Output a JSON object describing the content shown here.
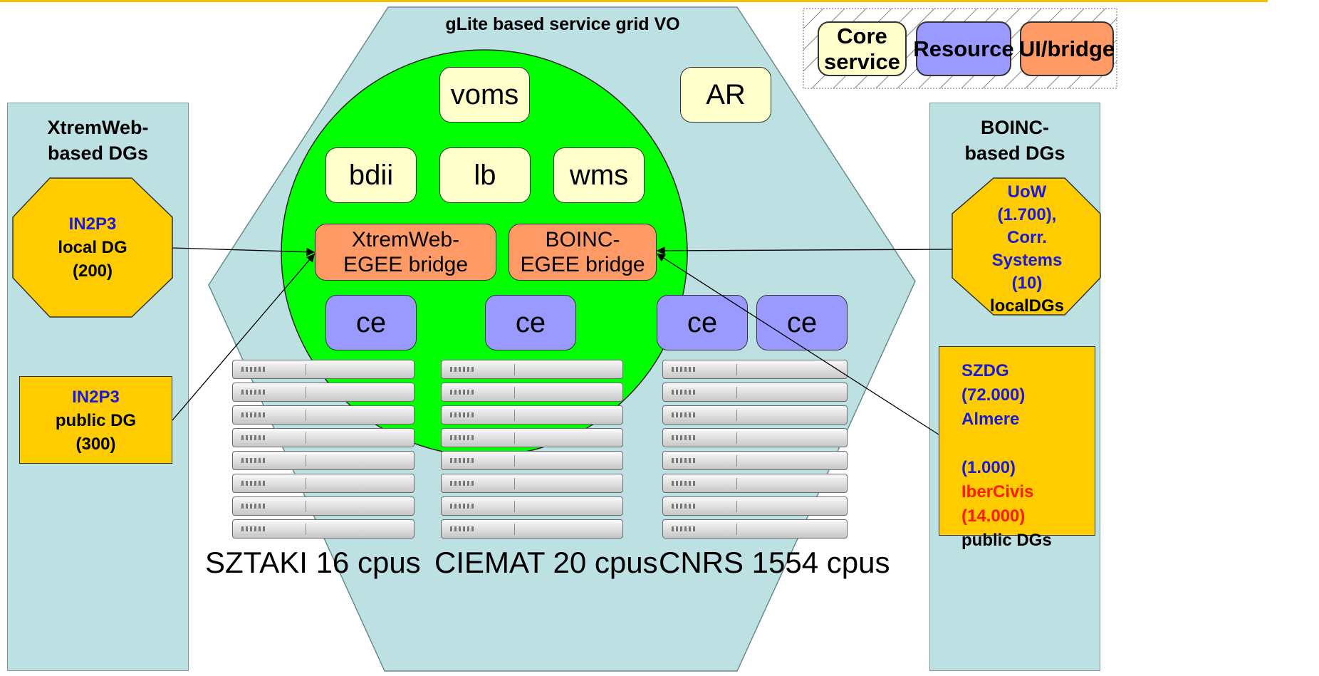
{
  "vo_title": "gLite based service grid VO",
  "legend": {
    "core": "Core service",
    "resource": "Resource",
    "bridge": "UI/bridge"
  },
  "colors": {
    "panel": "#bde1e3",
    "core_service": "#ffffcc",
    "resource": "#9999ff",
    "ui_bridge": "#ff9966",
    "service_circle": "#00ff00",
    "desktop_grid": "#ffcc00"
  },
  "core_services": {
    "voms": "voms",
    "ar": "AR",
    "bdii": "bdii",
    "lb": "lb",
    "wms": "wms"
  },
  "bridges": {
    "xtremweb": "XtremWeb-EGEE bridge",
    "boinc": "BOINC-EGEE bridge"
  },
  "ce_label": "ce",
  "left_panel": {
    "title": "XtremWeb-based DGs",
    "local_dg": {
      "name": "IN2P3",
      "text": "local DG",
      "count": "(200)"
    },
    "public_dg": {
      "name": "IN2P3",
      "text": "public DG",
      "count": "(300)"
    }
  },
  "right_panel": {
    "title": "BOINC-based DGs",
    "local_dgs": {
      "line1": "UoW",
      "line2": "(1.700),",
      "line3": "Corr.",
      "line4": "Systems",
      "line5": "(10)",
      "suffix": "localDGs"
    },
    "public_dgs": {
      "szdg": "SZDG",
      "szdg_count": "(72.000)",
      "almere": "Almere",
      "almere_count": "(1.000)",
      "ibercivis": "IberCivis",
      "ibercivis_count": "(14.000)",
      "suffix": "public DGs"
    }
  },
  "clusters": {
    "sztaki": "SZTAKI 16 cpus",
    "ciemat": "CIEMAT 20 cpus",
    "cnrs": "CNRS 1554 cpus"
  }
}
